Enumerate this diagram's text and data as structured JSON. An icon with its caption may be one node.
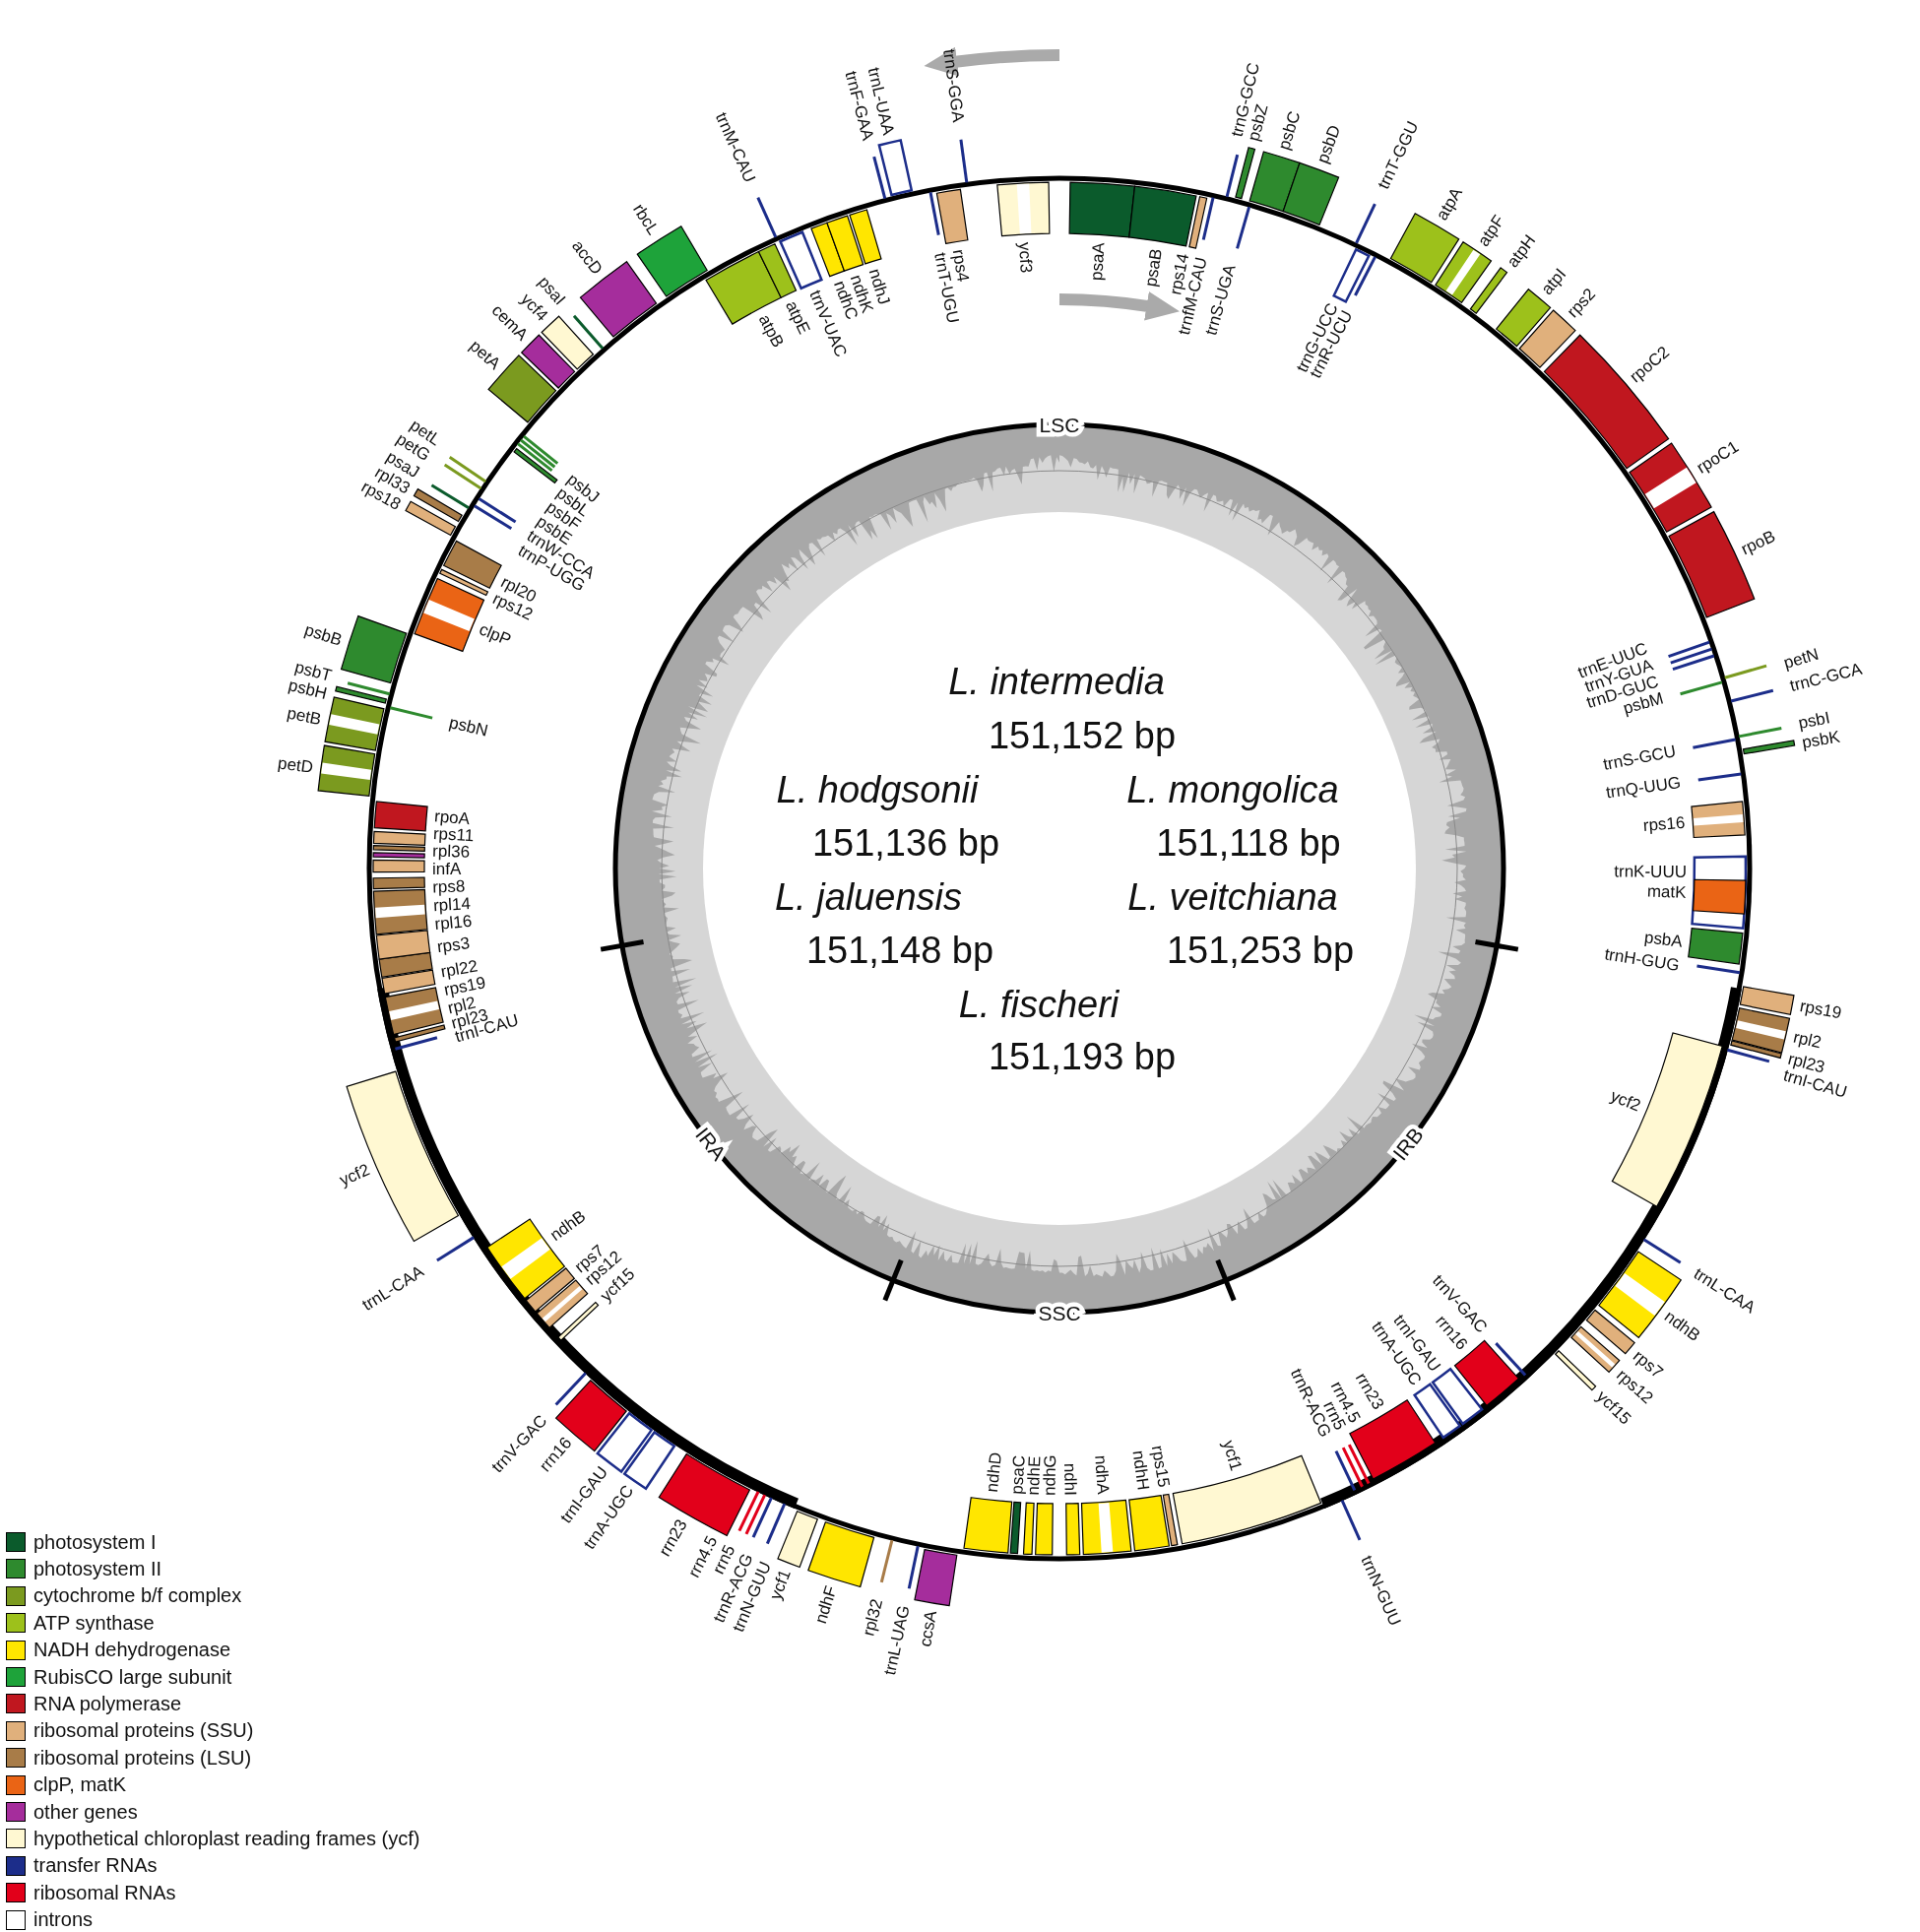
{
  "diagram": {
    "labels": [
      "psaA",
      "psaB",
      "rps14",
      "trnfM-CAU",
      "trnG-GCC",
      "psbZ",
      "trnS-UGA",
      "psbC",
      "psbD",
      "trnT-GGU",
      "trnG-UCC",
      "trnR-UCU",
      "atpA",
      "atpF",
      "atpH",
      "atpI",
      "rps2",
      "rpoC2",
      "rpoC1",
      "rpoB",
      "trnE-UUC",
      "trnY-GUA",
      "trnD-GUC",
      "petN",
      "psbM",
      "trnC-GCA",
      "psbI",
      "trnS-GCU",
      "psbK",
      "trnQ-UUG",
      "rps16",
      "trnK-UUU",
      "matK",
      "psbA",
      "trnH-GUG",
      "rps19",
      "rpl2",
      "rpl23",
      "trnI-CAU",
      "ycf2",
      "trnL-CAA",
      "ndhB",
      "rps7",
      "rps12",
      "ycf15",
      "trnV-GAC",
      "rrn16",
      "trnI-GAU",
      "trnA-UGC",
      "rrn23",
      "rrn4.5",
      "rrn5",
      "trnR-ACG",
      "trnN-GUU",
      "ycf1",
      "ndhF",
      "rpl32",
      "trnL-UAG",
      "ccsA",
      "ndhD",
      "psaC",
      "ndhE",
      "ndhG",
      "ndhI",
      "ndhA",
      "ndhH",
      "rps15",
      "ycf1",
      "trnN-GUU",
      "trnR-ACG",
      "rrn5",
      "rrn4.5",
      "rrn23",
      "trnA-UGC",
      "trnI-GAU",
      "rrn16",
      "trnV-GAC",
      "ycf15",
      "rps12",
      "rps7",
      "ndhB",
      "trnL-CAA",
      "ycf2",
      "trnI-CAU",
      "rpl23",
      "rpl2",
      "rps19",
      "rpl22",
      "rps3",
      "rpl16",
      "rpl14",
      "rps8",
      "infA",
      "rpl36",
      "rps11",
      "rpoA",
      "petD",
      "petB",
      "psbN",
      "psbH",
      "psbT",
      "psbB",
      "clpP",
      "rps12",
      "rpl20",
      "rps18",
      "rpl33",
      "psaJ",
      "trnP-UGG",
      "trnW-CCA",
      "petG",
      "petL",
      "psbE",
      "psbF",
      "psbL",
      "psbJ",
      "petA",
      "cemA",
      "ycf4",
      "psaI",
      "accD",
      "rbcL",
      "atpB",
      "atpE",
      "trnM-CAU",
      "trnV-UAC",
      "ndhC",
      "ndhK",
      "ndhJ",
      "trnF-GAA",
      "trnL-UAA",
      "trnT-UGU",
      "rps4",
      "trnS-GGA",
      "ycf3",
      "LSC",
      "IRB",
      "SSC",
      "IRA",
      "L. intermedia",
      "151,152 bp",
      "L. hodgsonii",
      "151,136 bp",
      "L. mongolica",
      "151,118 bp",
      "L. jaluensis",
      "151,148 bp",
      "L. veitchiana",
      "151,253 bp",
      "L. fischeri",
      "151,193 bp"
    ],
    "legend": [
      {
        "text": "photosystem I",
        "color": "#0b5b2c"
      },
      {
        "text": "photosystem II",
        "color": "#2e8a2e"
      },
      {
        "text": "cytochrome b/f complex",
        "color": "#7b9a1f"
      },
      {
        "text": "ATP synthase",
        "color": "#9dc11b"
      },
      {
        "text": "NADH dehydrogenase",
        "color": "#ffe600"
      },
      {
        "text": "RubisCO large subunit",
        "color": "#1ea33a"
      },
      {
        "text": "RNA polymerase",
        "color": "#c0171f"
      },
      {
        "text": "ribosomal proteins (SSU)",
        "color": "#e0b07c"
      },
      {
        "text": "ribosomal proteins (LSU)",
        "color": "#a87c48"
      },
      {
        "text": "clpP, matK",
        "color": "#ea6415"
      },
      {
        "text": "other genes",
        "color": "#a52d9c"
      },
      {
        "text": "hypothetical chloroplast reading frames (ycf)",
        "color": "#fff8d2"
      },
      {
        "text": "transfer RNAs",
        "color": "#1c2d8a"
      },
      {
        "text": "ribosomal RNAs",
        "color": "#e2001a"
      },
      {
        "text": "introns",
        "color": "#ffffff"
      }
    ]
  }
}
